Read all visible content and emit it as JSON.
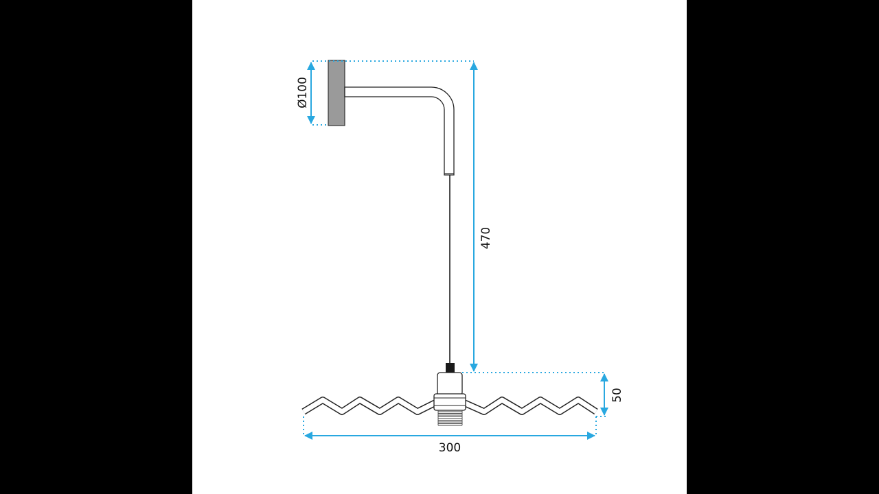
{
  "dimensions": {
    "plate_diameter": "Ø100",
    "total_height": "470",
    "shade_height": "50",
    "shade_width": "300"
  },
  "colors": {
    "dimension": "#29a8e0",
    "outline": "#222222",
    "plate": "#9a9a9a",
    "background": "#ffffff",
    "sidebars": "#000000"
  }
}
